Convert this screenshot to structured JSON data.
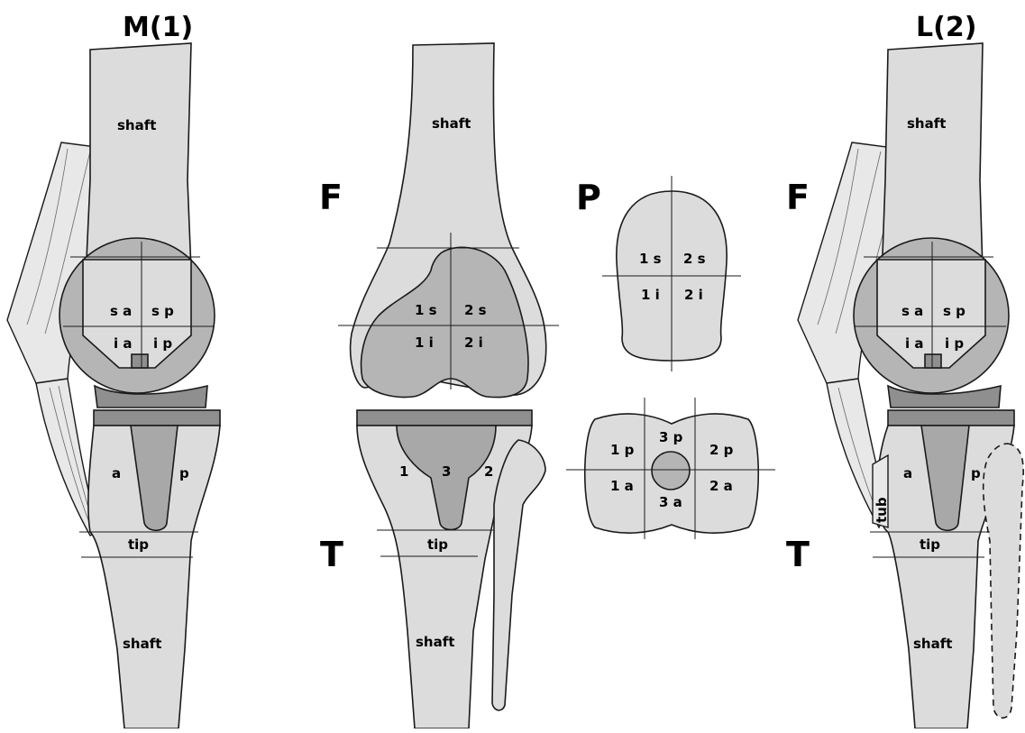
{
  "panels": {
    "medial": {
      "title": "M(1)",
      "femur_shaft": "shaft",
      "zone_sa": "s a",
      "zone_sp": "s p",
      "zone_ia": "i a",
      "zone_ip": "i p",
      "tibia_a": "a",
      "tibia_p": "p",
      "tip": "tip",
      "tibia_shaft": "shaft"
    },
    "ap": {
      "femur_shaft": "shaft",
      "femur_letter": "F",
      "tibia_letter": "T",
      "zone_1s": "1 s",
      "zone_2s": "2 s",
      "zone_1i": "1 i",
      "zone_2i": "2 i",
      "tibia_1": "1",
      "tibia_3": "3",
      "tibia_2": "2",
      "tip": "tip",
      "tibia_shaft": "shaft"
    },
    "patella": {
      "letter": "P",
      "zone_1s": "1 s",
      "zone_2s": "2 s",
      "zone_1i": "1 i",
      "zone_2i": "2 i",
      "axial_1p": "1 p",
      "axial_3p": "3 p",
      "axial_2p": "2 p",
      "axial_1a": "1 a",
      "axial_3a": "3 a",
      "axial_2a": "2 a"
    },
    "lateral": {
      "title": "L(2)",
      "femur_letter": "F",
      "tibia_letter": "T",
      "femur_shaft": "shaft",
      "zone_sa": "s a",
      "zone_sp": "s p",
      "zone_ia": "i a",
      "zone_ip": "i p",
      "tub": "tub",
      "tibia_a": "a",
      "tibia_p": "p",
      "tip": "tip",
      "tibia_shaft": "shaft"
    }
  }
}
